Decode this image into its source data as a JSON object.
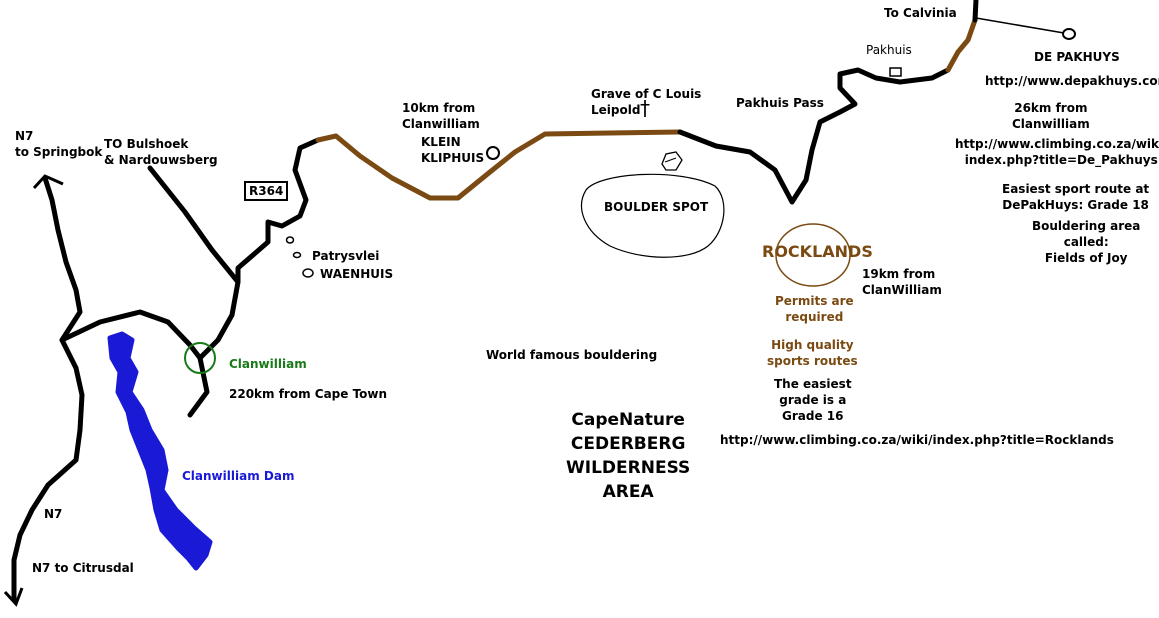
{
  "colors": {
    "road": "#000000",
    "gravel_road": "#7a4a12",
    "dam": "#1a1ad6",
    "town_marker": "#1a7a1a",
    "rocklands_marker": "#7a4a12"
  },
  "labels": {
    "to_calvinia": "To Calvinia",
    "pakhuis": "Pakhuis",
    "de_pakhuys": "DE PAKHUYS",
    "de_pakhuys_url": "http://www.depakhuys.com",
    "de_pakhuys_distance": "26km from\nClanwilliam",
    "de_pakhuys_wiki": "http://www.climbing.co.za/wiki/\nindex.php?title=De_Pakhuys",
    "easiest_sport": "Easiest sport route at\nDePakHuys: Grade 18",
    "bouldering_area": "Bouldering area\ncalled:\nFields of Joy",
    "grave": "Grave of C Louis\nLeipold",
    "grave_cross": "†",
    "pakhuis_pass": "Pakhuis Pass",
    "klein_distance": "10km from\nClanwilliam",
    "klein_kliphuis": "KLEIN\nKLIPHUIS",
    "boulder_spot": "BOULDER SPOT",
    "rocklands": "ROCKLANDS",
    "rocklands_distance": "19km from\nClanWilliam",
    "permits": "Permits are\nrequired",
    "high_quality": "High quality\nsports routes",
    "easiest_grade": "The easiest\ngrade is a\nGrade 16",
    "rocklands_url": "http://www.climbing.co.za/wiki/index.php?title=Rocklands",
    "n7_springbok": "N7\nto Springbok",
    "to_bulshoek": "TO Bulshoek\n& Nardouwsberg",
    "r364": "R364",
    "patrysvlei": "Patrysvlei",
    "waenhuis": "WAENHUIS",
    "clanwilliam": "Clanwilliam",
    "cape_town_distance": "220km from Cape Town",
    "world_famous": "World famous bouldering",
    "capenature": "CapeNature\nCEDERBERG\nWILDERNESS\nAREA",
    "clanwilliam_dam": "Clanwilliam Dam",
    "n7": "N7",
    "n7_citrusdal": "N7 to Citrusdal"
  }
}
